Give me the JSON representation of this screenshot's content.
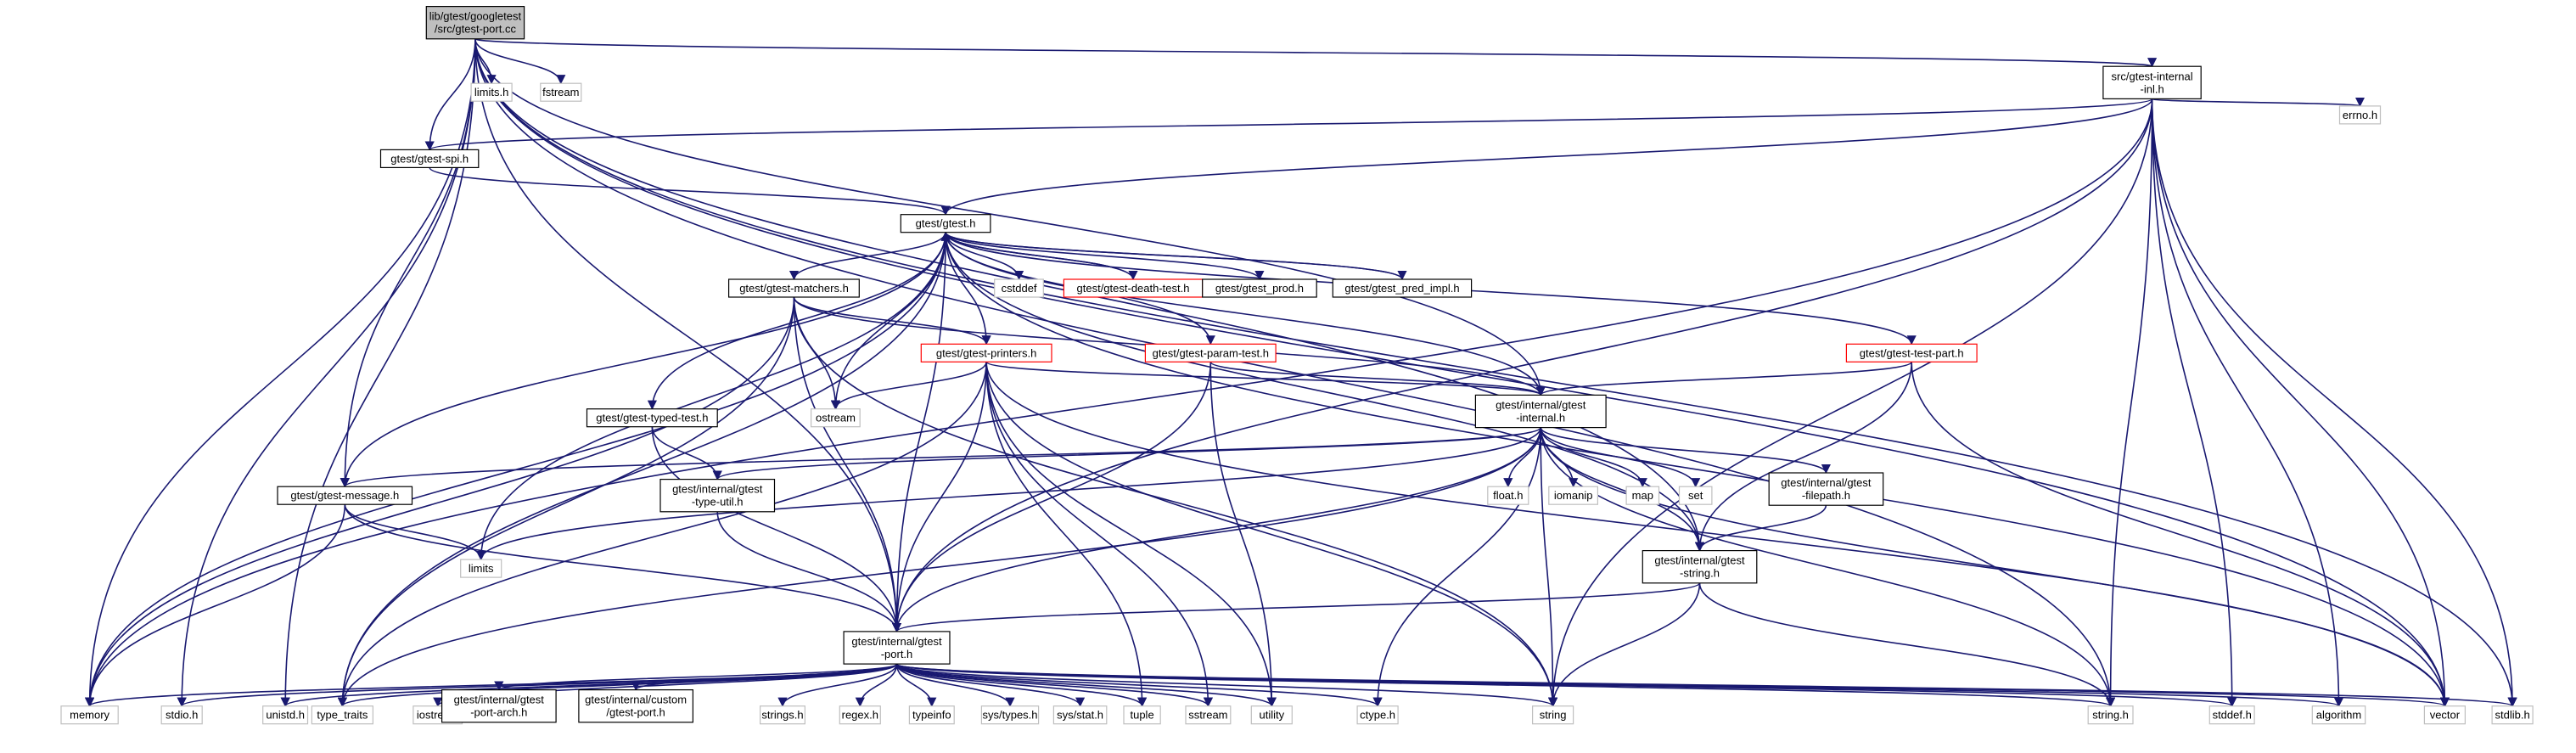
{
  "colors": {
    "edge": "#191970",
    "bold_border": "#000000",
    "gray_border": "#bfbfbf",
    "red_border": "#ff0000",
    "root_fill": "#bfbfbf",
    "node_fill": "#ffffff"
  },
  "nodes": [
    {
      "id": "root",
      "lines": [
        "lib/gtest/googletest",
        "/src/gtest-port.cc"
      ],
      "style": "root"
    },
    {
      "id": "limits_h",
      "lines": [
        "limits.h"
      ],
      "style": "gray"
    },
    {
      "id": "fstream",
      "lines": [
        "fstream"
      ],
      "style": "gray"
    },
    {
      "id": "internal_inl",
      "lines": [
        "src/gtest-internal",
        "-inl.h"
      ],
      "style": "bold"
    },
    {
      "id": "spi",
      "lines": [
        "gtest/gtest-spi.h"
      ],
      "style": "bold"
    },
    {
      "id": "errno",
      "lines": [
        "errno.h"
      ],
      "style": "gray"
    },
    {
      "id": "gtest_h",
      "lines": [
        "gtest/gtest.h"
      ],
      "style": "bold"
    },
    {
      "id": "matchers",
      "lines": [
        "gtest/gtest-matchers.h"
      ],
      "style": "bold"
    },
    {
      "id": "cstddef",
      "lines": [
        "cstddef"
      ],
      "style": "gray"
    },
    {
      "id": "death",
      "lines": [
        "gtest/gtest-death-test.h"
      ],
      "style": "red"
    },
    {
      "id": "prod",
      "lines": [
        "gtest/gtest_prod.h"
      ],
      "style": "bold"
    },
    {
      "id": "pred",
      "lines": [
        "gtest/gtest_pred_impl.h"
      ],
      "style": "bold"
    },
    {
      "id": "printers",
      "lines": [
        "gtest/gtest-printers.h"
      ],
      "style": "red"
    },
    {
      "id": "param",
      "lines": [
        "gtest/gtest-param-test.h"
      ],
      "style": "red"
    },
    {
      "id": "testpart",
      "lines": [
        "gtest/gtest-test-part.h"
      ],
      "style": "red"
    },
    {
      "id": "ostream",
      "lines": [
        "ostream"
      ],
      "style": "gray"
    },
    {
      "id": "typed",
      "lines": [
        "gtest/gtest-typed-test.h"
      ],
      "style": "bold"
    },
    {
      "id": "ginternal",
      "lines": [
        "gtest/internal/gtest",
        "-internal.h"
      ],
      "style": "bold"
    },
    {
      "id": "typeutil",
      "lines": [
        "gtest/internal/gtest",
        "-type-util.h"
      ],
      "style": "bold"
    },
    {
      "id": "float",
      "lines": [
        "float.h"
      ],
      "style": "gray"
    },
    {
      "id": "iomanip",
      "lines": [
        "iomanip"
      ],
      "style": "gray"
    },
    {
      "id": "map",
      "lines": [
        "map"
      ],
      "style": "gray"
    },
    {
      "id": "set",
      "lines": [
        "set"
      ],
      "style": "gray"
    },
    {
      "id": "filepath",
      "lines": [
        "gtest/internal/gtest",
        "-filepath.h"
      ],
      "style": "bold"
    },
    {
      "id": "message",
      "lines": [
        "gtest/gtest-message.h"
      ],
      "style": "bold"
    },
    {
      "id": "limits",
      "lines": [
        "limits"
      ],
      "style": "gray"
    },
    {
      "id": "gstring",
      "lines": [
        "gtest/internal/gtest",
        "-string.h"
      ],
      "style": "bold"
    },
    {
      "id": "port",
      "lines": [
        "gtest/internal/gtest",
        "-port.h"
      ],
      "style": "bold"
    },
    {
      "id": "memory",
      "lines": [
        "memory"
      ],
      "style": "gray"
    },
    {
      "id": "stdio",
      "lines": [
        "stdio.h"
      ],
      "style": "gray"
    },
    {
      "id": "unistd",
      "lines": [
        "unistd.h"
      ],
      "style": "gray"
    },
    {
      "id": "type_traits",
      "lines": [
        "type_traits"
      ],
      "style": "gray"
    },
    {
      "id": "iostream",
      "lines": [
        "iostream"
      ],
      "style": "gray"
    },
    {
      "id": "portarch",
      "lines": [
        "gtest/internal/gtest",
        "-port-arch.h"
      ],
      "style": "bold"
    },
    {
      "id": "customport",
      "lines": [
        "gtest/internal/custom",
        "/gtest-port.h"
      ],
      "style": "bold"
    },
    {
      "id": "strings",
      "lines": [
        "strings.h"
      ],
      "style": "gray"
    },
    {
      "id": "regex",
      "lines": [
        "regex.h"
      ],
      "style": "gray"
    },
    {
      "id": "typeinfo",
      "lines": [
        "typeinfo"
      ],
      "style": "gray"
    },
    {
      "id": "systypes",
      "lines": [
        "sys/types.h"
      ],
      "style": "gray"
    },
    {
      "id": "sysstat",
      "lines": [
        "sys/stat.h"
      ],
      "style": "gray"
    },
    {
      "id": "tuple",
      "lines": [
        "tuple"
      ],
      "style": "gray"
    },
    {
      "id": "sstream",
      "lines": [
        "sstream"
      ],
      "style": "gray"
    },
    {
      "id": "utility",
      "lines": [
        "utility"
      ],
      "style": "gray"
    },
    {
      "id": "ctype",
      "lines": [
        "ctype.h"
      ],
      "style": "gray"
    },
    {
      "id": "string",
      "lines": [
        "string"
      ],
      "style": "gray"
    },
    {
      "id": "string_h",
      "lines": [
        "string.h"
      ],
      "style": "gray"
    },
    {
      "id": "stddef",
      "lines": [
        "stddef.h"
      ],
      "style": "gray"
    },
    {
      "id": "algorithm",
      "lines": [
        "algorithm"
      ],
      "style": "gray"
    },
    {
      "id": "vector",
      "lines": [
        "vector"
      ],
      "style": "gray"
    },
    {
      "id": "stdlib",
      "lines": [
        "stdlib.h"
      ],
      "style": "gray"
    }
  ],
  "edges": [
    [
      "root",
      "limits_h"
    ],
    [
      "root",
      "fstream"
    ],
    [
      "root",
      "internal_inl"
    ],
    [
      "root",
      "spi"
    ],
    [
      "root",
      "message"
    ],
    [
      "root",
      "ginternal"
    ],
    [
      "root",
      "gstring"
    ],
    [
      "root",
      "port"
    ],
    [
      "root",
      "memory"
    ],
    [
      "root",
      "stdio"
    ],
    [
      "root",
      "unistd"
    ],
    [
      "root",
      "string_h"
    ],
    [
      "root",
      "vector"
    ],
    [
      "root",
      "stdlib"
    ],
    [
      "internal_inl",
      "spi"
    ],
    [
      "internal_inl",
      "errno"
    ],
    [
      "internal_inl",
      "gtest_h"
    ],
    [
      "internal_inl",
      "port"
    ],
    [
      "internal_inl",
      "memory"
    ],
    [
      "internal_inl",
      "string"
    ],
    [
      "internal_inl",
      "string_h"
    ],
    [
      "internal_inl",
      "stddef"
    ],
    [
      "internal_inl",
      "algorithm"
    ],
    [
      "internal_inl",
      "vector"
    ],
    [
      "internal_inl",
      "stdlib"
    ],
    [
      "spi",
      "gtest_h"
    ],
    [
      "gtest_h",
      "matchers"
    ],
    [
      "gtest_h",
      "cstddef"
    ],
    [
      "gtest_h",
      "death"
    ],
    [
      "gtest_h",
      "prod"
    ],
    [
      "gtest_h",
      "pred"
    ],
    [
      "gtest_h",
      "printers"
    ],
    [
      "gtest_h",
      "param"
    ],
    [
      "gtest_h",
      "testpart"
    ],
    [
      "gtest_h",
      "ostream"
    ],
    [
      "gtest_h",
      "typed"
    ],
    [
      "gtest_h",
      "ginternal"
    ],
    [
      "gtest_h",
      "message"
    ],
    [
      "gtest_h",
      "limits"
    ],
    [
      "gtest_h",
      "gstring"
    ],
    [
      "gtest_h",
      "port"
    ],
    [
      "gtest_h",
      "memory"
    ],
    [
      "gtest_h",
      "type_traits"
    ],
    [
      "gtest_h",
      "vector"
    ],
    [
      "pred",
      "gtest_h"
    ],
    [
      "death",
      "gtest_h"
    ],
    [
      "matchers",
      "printers"
    ],
    [
      "matchers",
      "ostream"
    ],
    [
      "matchers",
      "ginternal"
    ],
    [
      "matchers",
      "port"
    ],
    [
      "matchers",
      "memory"
    ],
    [
      "matchers",
      "string"
    ],
    [
      "matchers",
      "type_traits"
    ],
    [
      "printers",
      "ostream"
    ],
    [
      "printers",
      "ginternal"
    ],
    [
      "printers",
      "port"
    ],
    [
      "printers",
      "type_traits"
    ],
    [
      "printers",
      "tuple"
    ],
    [
      "printers",
      "sstream"
    ],
    [
      "printers",
      "utility"
    ],
    [
      "printers",
      "string"
    ],
    [
      "printers",
      "vector"
    ],
    [
      "param",
      "ginternal"
    ],
    [
      "param",
      "port"
    ],
    [
      "param",
      "utility"
    ],
    [
      "testpart",
      "ginternal"
    ],
    [
      "testpart",
      "gstring"
    ],
    [
      "testpart",
      "vector"
    ],
    [
      "typed",
      "typeutil"
    ],
    [
      "typed",
      "port"
    ],
    [
      "ginternal",
      "message"
    ],
    [
      "ginternal",
      "typeutil"
    ],
    [
      "ginternal",
      "float"
    ],
    [
      "ginternal",
      "iomanip"
    ],
    [
      "ginternal",
      "map"
    ],
    [
      "ginternal",
      "set"
    ],
    [
      "ginternal",
      "filepath"
    ],
    [
      "ginternal",
      "gstring"
    ],
    [
      "ginternal",
      "limits"
    ],
    [
      "ginternal",
      "port"
    ],
    [
      "ginternal",
      "type_traits"
    ],
    [
      "ginternal",
      "ctype"
    ],
    [
      "ginternal",
      "string"
    ],
    [
      "ginternal",
      "string_h"
    ],
    [
      "ginternal",
      "vector"
    ],
    [
      "typeutil",
      "port"
    ],
    [
      "filepath",
      "gstring"
    ],
    [
      "message",
      "limits"
    ],
    [
      "message",
      "port"
    ],
    [
      "message",
      "memory"
    ],
    [
      "gstring",
      "port"
    ],
    [
      "gstring",
      "string"
    ],
    [
      "gstring",
      "string_h"
    ],
    [
      "port",
      "memory"
    ],
    [
      "port",
      "stdio"
    ],
    [
      "port",
      "unistd"
    ],
    [
      "port",
      "type_traits"
    ],
    [
      "port",
      "iostream"
    ],
    [
      "port",
      "portarch"
    ],
    [
      "port",
      "customport"
    ],
    [
      "port",
      "strings"
    ],
    [
      "port",
      "regex"
    ],
    [
      "port",
      "typeinfo"
    ],
    [
      "port",
      "systypes"
    ],
    [
      "port",
      "sysstat"
    ],
    [
      "port",
      "tuple"
    ],
    [
      "port",
      "sstream"
    ],
    [
      "port",
      "utility"
    ],
    [
      "port",
      "ctype"
    ],
    [
      "port",
      "string"
    ],
    [
      "port",
      "string_h"
    ],
    [
      "port",
      "stddef"
    ],
    [
      "port",
      "algorithm"
    ],
    [
      "port",
      "vector"
    ],
    [
      "port",
      "stdlib"
    ]
  ]
}
